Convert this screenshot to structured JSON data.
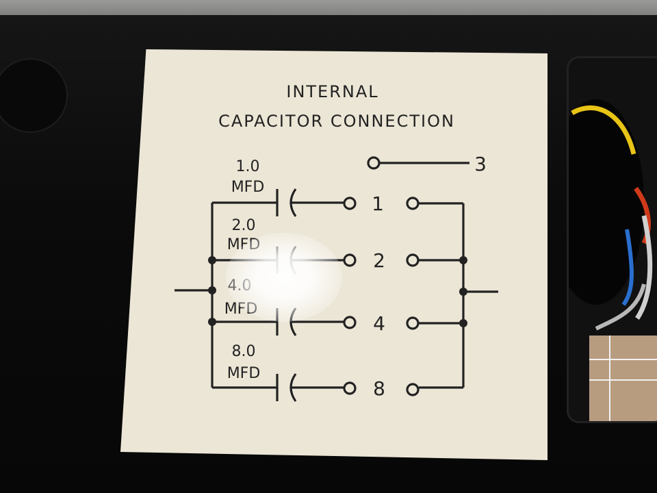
{
  "label": {
    "title_line1": "INTERNAL",
    "title_line2": "CAPACITOR CONNECTION",
    "terminals": [
      "3",
      "1",
      "2",
      "4",
      "8"
    ],
    "capacitors": [
      {
        "value": "1.0",
        "unit": "MFD"
      },
      {
        "value": "2.0",
        "unit": "MFD"
      },
      {
        "value": "4.0",
        "unit": "MFD"
      },
      {
        "value": "8.0",
        "unit": "MFD"
      }
    ]
  },
  "colors": {
    "label_background": "#ece6d6",
    "ink": "#222222",
    "panel": "#0a0a0a"
  },
  "wires": [
    "yellow",
    "red",
    "blue",
    "gray"
  ]
}
